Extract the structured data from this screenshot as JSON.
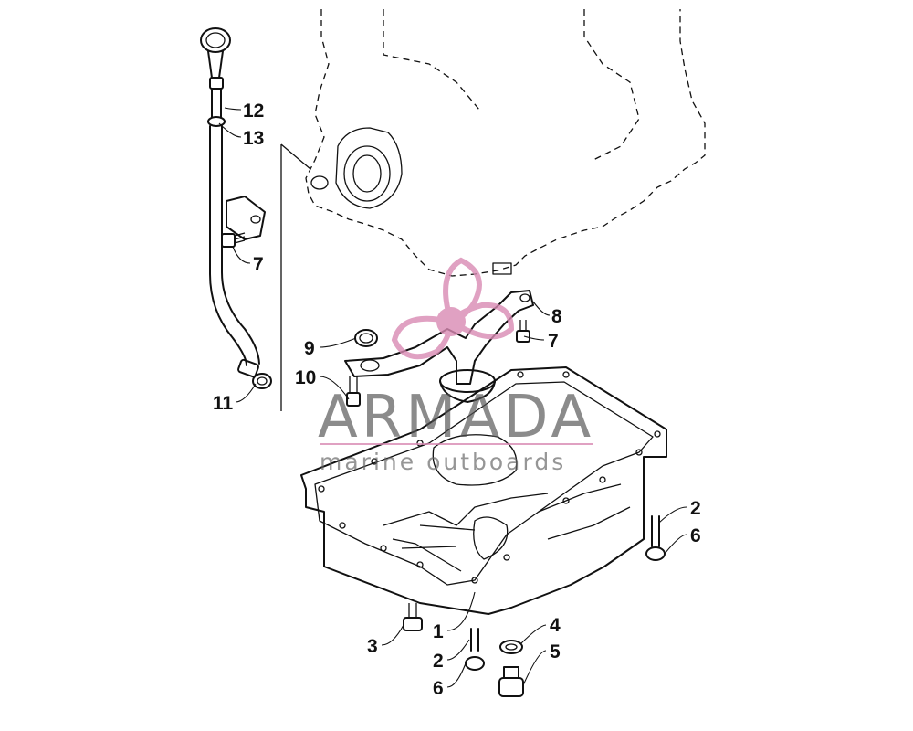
{
  "watermark": {
    "brand": "ARMADA",
    "tagline": "marine outboards",
    "accent_color": "#d98ab3"
  },
  "callouts": [
    {
      "id": "c12",
      "label": "12"
    },
    {
      "id": "c13",
      "label": "13"
    },
    {
      "id": "c7a",
      "label": "7"
    },
    {
      "id": "c8",
      "label": "8"
    },
    {
      "id": "c7b",
      "label": "7"
    },
    {
      "id": "c9",
      "label": "9"
    },
    {
      "id": "c10",
      "label": "10"
    },
    {
      "id": "c11",
      "label": "11"
    },
    {
      "id": "c2a",
      "label": "2"
    },
    {
      "id": "c6a",
      "label": "6"
    },
    {
      "id": "c4",
      "label": "4"
    },
    {
      "id": "c5",
      "label": "5"
    },
    {
      "id": "c3",
      "label": "3"
    },
    {
      "id": "c1",
      "label": "1"
    },
    {
      "id": "c2b",
      "label": "2"
    },
    {
      "id": "c6b",
      "label": "6"
    }
  ]
}
